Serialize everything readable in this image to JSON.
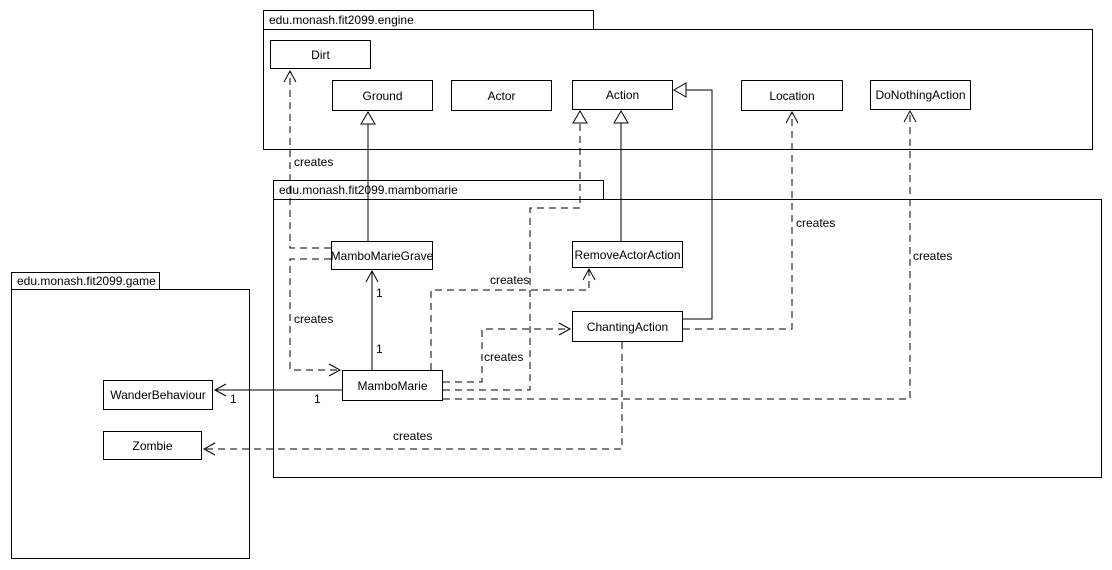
{
  "diagram": {
    "type": "uml-class-diagram",
    "packages": [
      {
        "id": "engine",
        "label": "edu.monash.fit2099.engine"
      },
      {
        "id": "mambomarie",
        "label": "edu.monash.fit2099.mambomarie"
      },
      {
        "id": "game",
        "label": "edu.monash.fit2099.game"
      }
    ],
    "classes": [
      {
        "id": "dirt",
        "label": "Dirt",
        "package": "engine"
      },
      {
        "id": "ground",
        "label": "Ground",
        "package": "engine"
      },
      {
        "id": "actor",
        "label": "Actor",
        "package": "engine"
      },
      {
        "id": "action",
        "label": "Action",
        "package": "engine"
      },
      {
        "id": "location",
        "label": "Location",
        "package": "engine"
      },
      {
        "id": "do-nothing-action",
        "label": "DoNothingAction",
        "package": "engine"
      },
      {
        "id": "mambo-marie-grave",
        "label": "MamboMarieGrave",
        "package": "mambomarie"
      },
      {
        "id": "remove-actor-action",
        "label": "RemoveActorAction",
        "package": "mambomarie"
      },
      {
        "id": "chanting-action",
        "label": "ChantingAction",
        "package": "mambomarie"
      },
      {
        "id": "mambo-marie",
        "label": "MamboMarie",
        "package": "mambomarie"
      },
      {
        "id": "wander-behaviour",
        "label": "WanderBehaviour",
        "package": "game"
      },
      {
        "id": "zombie",
        "label": "Zombie",
        "package": "game"
      }
    ],
    "edges": [
      {
        "from": "MamboMarieGrave",
        "to": "Dirt",
        "type": "dependency",
        "label": "creates"
      },
      {
        "from": "MamboMarieGrave",
        "to": "MamboMarie",
        "type": "dependency",
        "label": "creates"
      },
      {
        "from": "MamboMarie",
        "to": "RemoveActorAction",
        "type": "dependency",
        "label": "creates"
      },
      {
        "from": "MamboMarie",
        "to": "ChantingAction",
        "type": "dependency",
        "label": "creates"
      },
      {
        "from": "ChantingAction",
        "to": "Location",
        "type": "dependency",
        "label": "creates"
      },
      {
        "from": "MamboMarie",
        "to": "DoNothingAction",
        "type": "dependency",
        "label": "creates"
      },
      {
        "from": "ChantingAction",
        "to": "Zombie",
        "type": "dependency",
        "label": "creates"
      },
      {
        "from": "MamboMarie",
        "to": "WanderBehaviour",
        "type": "association",
        "multiplicity_source": "1",
        "multiplicity_target": "1"
      },
      {
        "from": "MamboMarie",
        "to": "MamboMarieGrave",
        "type": "association",
        "multiplicity_source": "1",
        "multiplicity_target": "1"
      },
      {
        "from": "MamboMarieGrave",
        "to": "Ground",
        "type": "generalization"
      },
      {
        "from": "RemoveActorAction",
        "to": "Action",
        "type": "generalization"
      },
      {
        "from": "ChantingAction",
        "to": "Action",
        "type": "generalization"
      },
      {
        "from": "MamboMarie",
        "to": "Action",
        "type": "realization"
      }
    ],
    "colors": {
      "stroke": "#000000",
      "fill": "#ffffff",
      "text": "#000000"
    }
  }
}
